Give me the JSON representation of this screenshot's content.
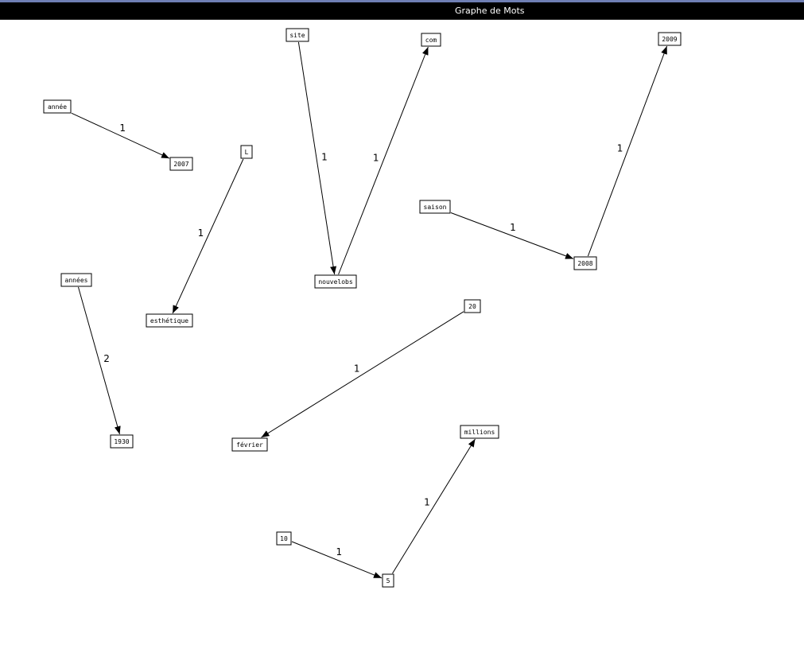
{
  "window": {
    "title": "Graphe de Mots"
  },
  "nodes": [
    {
      "id": "annee",
      "label": "année"
    },
    {
      "id": "n2007",
      "label": "2007"
    },
    {
      "id": "L",
      "label": "L"
    },
    {
      "id": "esthetique",
      "label": "esthétique"
    },
    {
      "id": "site",
      "label": "site"
    },
    {
      "id": "nouvelobs",
      "label": "nouvelobs"
    },
    {
      "id": "com",
      "label": "com"
    },
    {
      "id": "n2009",
      "label": "2009"
    },
    {
      "id": "saison",
      "label": "saison"
    },
    {
      "id": "n2008",
      "label": "2008"
    },
    {
      "id": "annees",
      "label": "années"
    },
    {
      "id": "n1930",
      "label": "1930"
    },
    {
      "id": "n20",
      "label": "20"
    },
    {
      "id": "fevrier",
      "label": "février"
    },
    {
      "id": "millions",
      "label": "millions"
    },
    {
      "id": "n10",
      "label": "10"
    },
    {
      "id": "n5",
      "label": "5"
    }
  ],
  "edges": [
    {
      "from": "annee",
      "to": "n2007",
      "weight": "1"
    },
    {
      "from": "L",
      "to": "esthetique",
      "weight": "1"
    },
    {
      "from": "site",
      "to": "nouvelobs",
      "weight": "1"
    },
    {
      "from": "nouvelobs",
      "to": "com",
      "weight": "1"
    },
    {
      "from": "saison",
      "to": "n2008",
      "weight": "1"
    },
    {
      "from": "n2008",
      "to": "n2009",
      "weight": "1"
    },
    {
      "from": "annees",
      "to": "n1930",
      "weight": "2"
    },
    {
      "from": "n20",
      "to": "fevrier",
      "weight": "1"
    },
    {
      "from": "n10",
      "to": "n5",
      "weight": "1"
    },
    {
      "from": "n5",
      "to": "millions",
      "weight": "1"
    }
  ]
}
